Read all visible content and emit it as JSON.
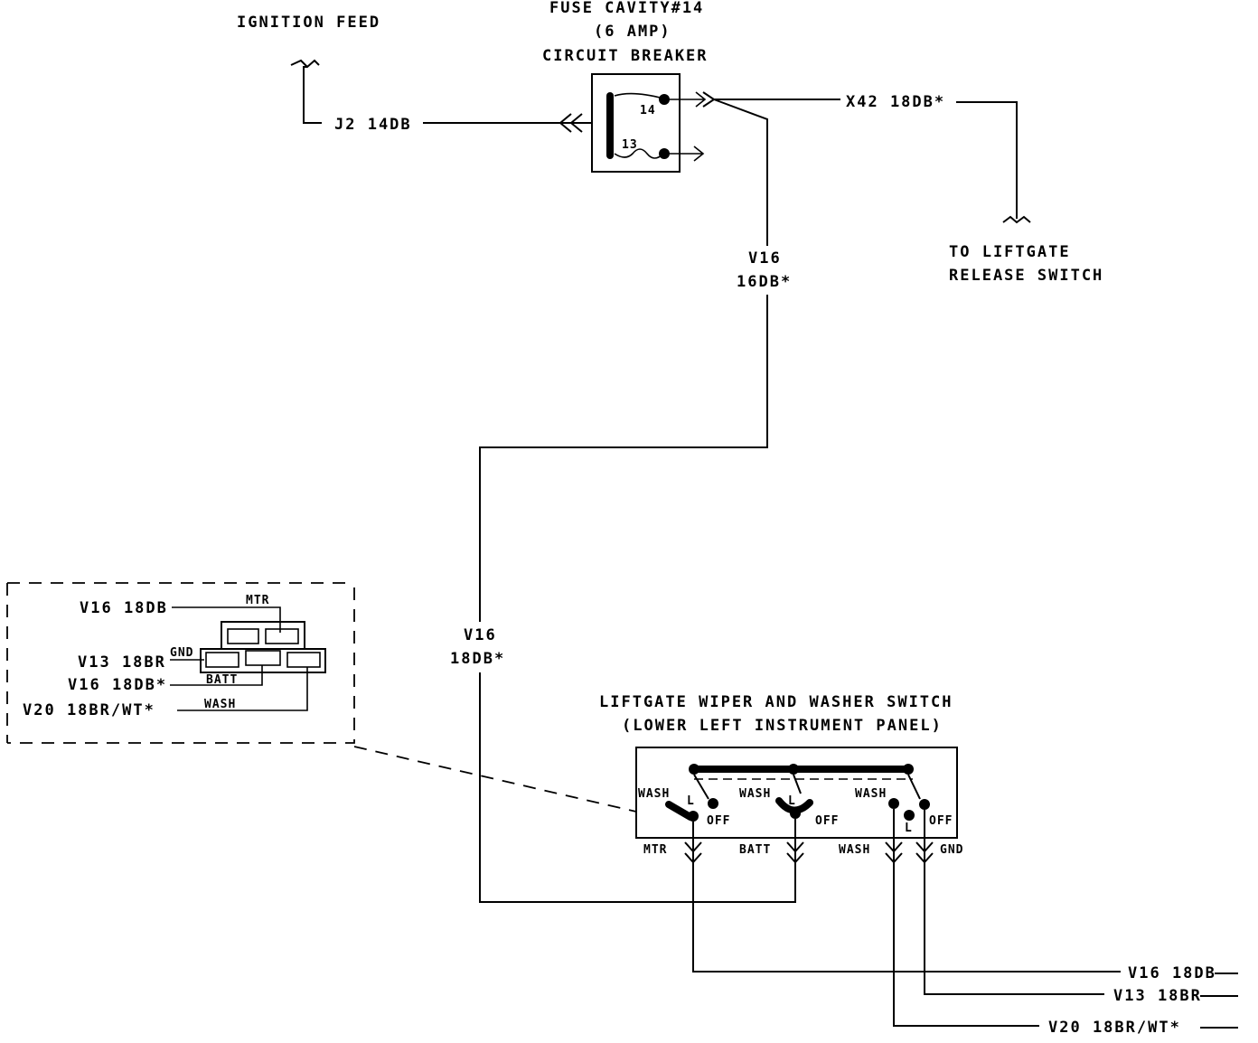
{
  "labels": {
    "ignition_feed": "IGNITION FEED",
    "fuse_line1": "FUSE CAVITY#14",
    "fuse_line2": "(6 AMP)",
    "fuse_line3": "CIRCUIT BREAKER",
    "j2": "J2 14DB",
    "x42": "X42 18DB*",
    "pin14": "14",
    "pin13": "13",
    "to_liftgate_1": "TO LIFTGATE",
    "to_liftgate_2": "RELEASE SWITCH",
    "v16_top_1": "V16",
    "v16_top_2": "16DB*",
    "v16_mid_1": "V16",
    "v16_mid_2": "18DB*",
    "switch_title_1": "LIFTGATE WIPER AND WASHER SWITCH",
    "switch_title_2": "(LOWER LEFT INSTRUMENT PANEL)",
    "sw_wash_1": "WASH",
    "sw_wash_2": "WASH",
    "sw_wash_3": "WASH",
    "sw_l_1": "L",
    "sw_l_2": "L",
    "sw_l_3": "L",
    "sw_off_1": "OFF",
    "sw_off_2": "OFF",
    "sw_off_3": "OFF",
    "term_mtr": "MTR",
    "term_batt": "BATT",
    "term_wash": "WASH",
    "term_gnd": "GND",
    "out_v16": "V16 18DB",
    "out_v13": "V13 18BR",
    "out_v20": "V20 18BR/WT*",
    "conn_v16_a": "V16 18DB",
    "conn_v13": "V13 18BR",
    "conn_v16_b": "V16 18DB*",
    "conn_v20": "V20 18BR/WT*",
    "conn_mtr": "MTR",
    "conn_gnd": "GND",
    "conn_batt": "BATT",
    "conn_wash": "WASH"
  }
}
